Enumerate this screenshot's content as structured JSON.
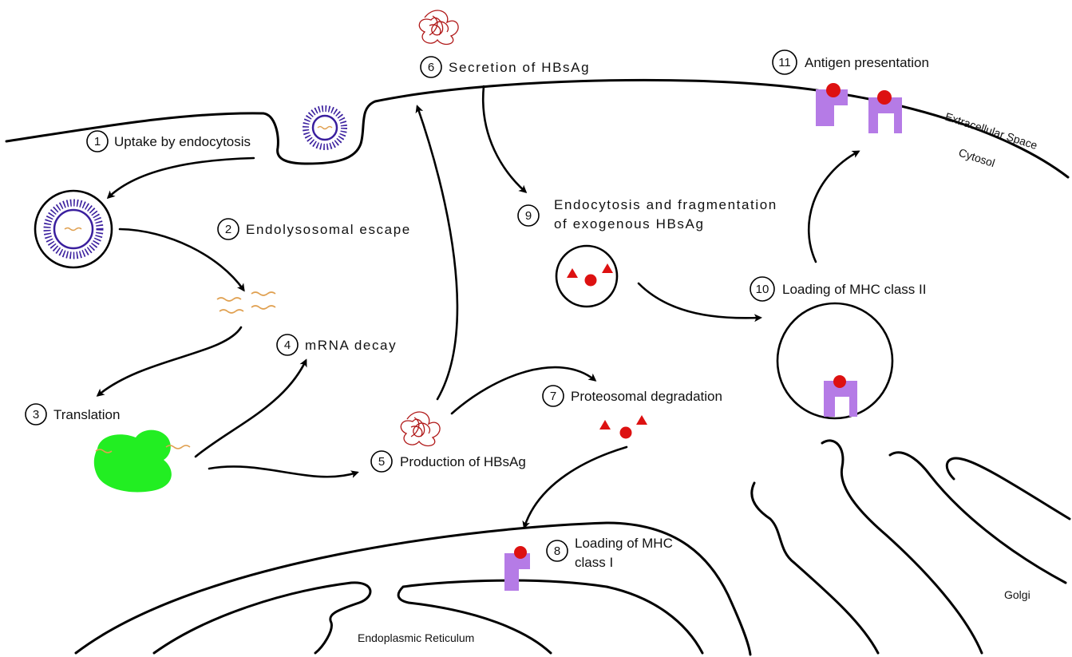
{
  "steps": {
    "s1": {
      "num": "1",
      "label": "Uptake by endocytosis"
    },
    "s2": {
      "num": "2",
      "label": "Endolysosomal escape"
    },
    "s3": {
      "num": "3",
      "label": "Translation"
    },
    "s4": {
      "num": "4",
      "label": "mRNA decay"
    },
    "s5": {
      "num": "5",
      "label": "Production of HBsAg"
    },
    "s6": {
      "num": "6",
      "label": "Secretion of HBsAg"
    },
    "s7": {
      "num": "7",
      "label": "Proteosomal degradation"
    },
    "s8": {
      "num": "8",
      "label_line1": "Loading of MHC",
      "label_line2": "class I"
    },
    "s9": {
      "num": "9",
      "label_line1": "Endocytosis and fragmentation",
      "label_line2": "of exogenous HBsAg"
    },
    "s10": {
      "num": "10",
      "label": "Loading of MHC class II"
    },
    "s11": {
      "num": "11",
      "label": "Antigen presentation"
    }
  },
  "regions": {
    "extracellular": "Extracellular Space",
    "cytosol": "Cytosol",
    "er": "Endoplasmic Reticulum",
    "golgi": "Golgi"
  },
  "colors": {
    "lnp_shell": "#3a1f9e",
    "mrna": "#e0a050",
    "ribosome": "#22ee22",
    "antigen": "#dd1111",
    "protein": "#b01818",
    "mhc": "#b57be6"
  }
}
